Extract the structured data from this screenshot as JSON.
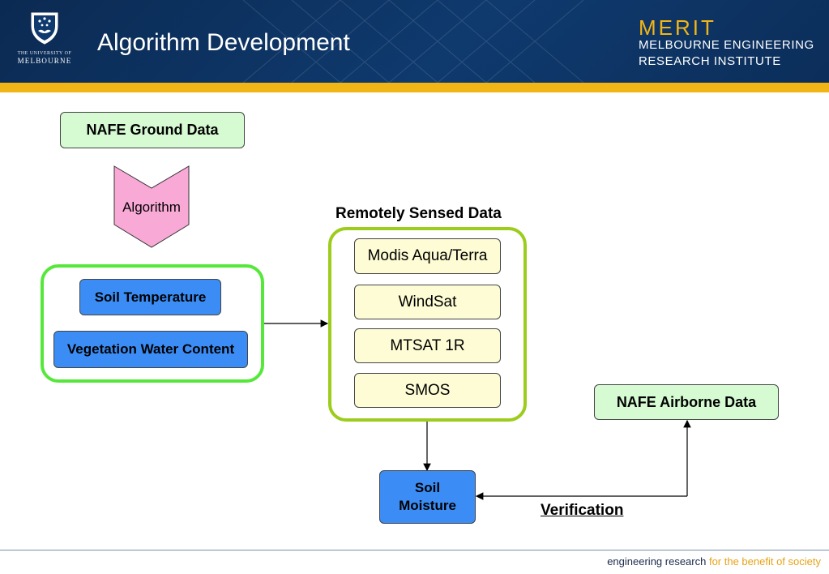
{
  "header": {
    "title": "Algorithm Development",
    "university": {
      "line1": "THE UNIVERSITY OF",
      "line2": "MELBOURNE",
      "icon": "university-crest-icon"
    },
    "institute": {
      "name": "MERIT",
      "line1": "MELBOURNE ENGINEERING",
      "line2": "RESEARCH INSTITUTE"
    }
  },
  "diagram": {
    "ground_data": "NAFE Ground Data",
    "algorithm": "Algorithm",
    "outputs": {
      "soil_temperature": "Soil Temperature",
      "vegetation_water_content": "Vegetation Water Content"
    },
    "remote_title": "Remotely Sensed Data",
    "remote_sources": [
      "Modis Aqua/Terra",
      "WindSat",
      "MTSAT 1R",
      "SMOS"
    ],
    "soil_moisture": "Soil\nMoisture",
    "airborne_data": "NAFE Airborne Data",
    "verification": "Verification"
  },
  "footer": {
    "tagline_part1": "engineering research",
    "tagline_part2": "for the benefit of society"
  },
  "colors": {
    "header_blue": "#0f3a6e",
    "gold": "#f2b516",
    "green_fill": "#d6fbd3",
    "blue_fill": "#3b8df5",
    "yellow_fill": "#fdfcd4",
    "group_border": "#55e83a",
    "remote_border": "#9ccc1c",
    "pink": "#f9a9d6"
  }
}
